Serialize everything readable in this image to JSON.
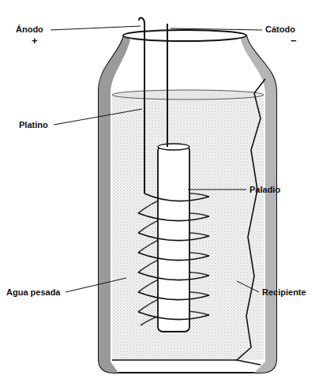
{
  "diagram": {
    "labels": [
      "Ánodo",
      "+",
      "Cátodo",
      "−",
      "Platino",
      "Paladio",
      "Agua pesada",
      "Recipiente"
    ]
  }
}
